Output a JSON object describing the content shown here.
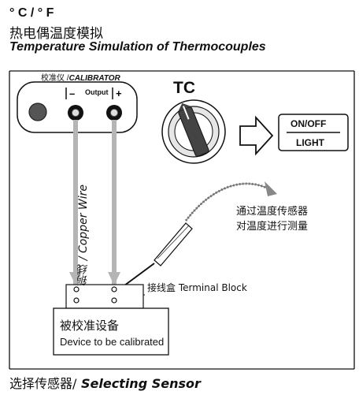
{
  "header": {
    "unit": "° C / ° F",
    "title_cn": "热电偶温度模拟",
    "title_en": "Temperature Simulation of Thermocouples"
  },
  "calibrator": {
    "label_cn": "校准仪 /",
    "label_en": "CALIBRATOR",
    "output_label": "Output",
    "minus": "–",
    "plus": "+"
  },
  "switch": {
    "label": "TC"
  },
  "display": {
    "on_off": "ON/OFF",
    "light": "LIGHT"
  },
  "wire_label": "铜线 / Copper Wire",
  "probe_text": {
    "line1": "通过温度传感器",
    "line2": "对温度进行测量"
  },
  "terminal_block": "接线盒 Terminal Block",
  "device": {
    "label_cn": "被校准设备",
    "label_en": "Device to be calibrated"
  },
  "footer": {
    "cn": "选择传感器/",
    "en": " Selecting Sensor"
  }
}
